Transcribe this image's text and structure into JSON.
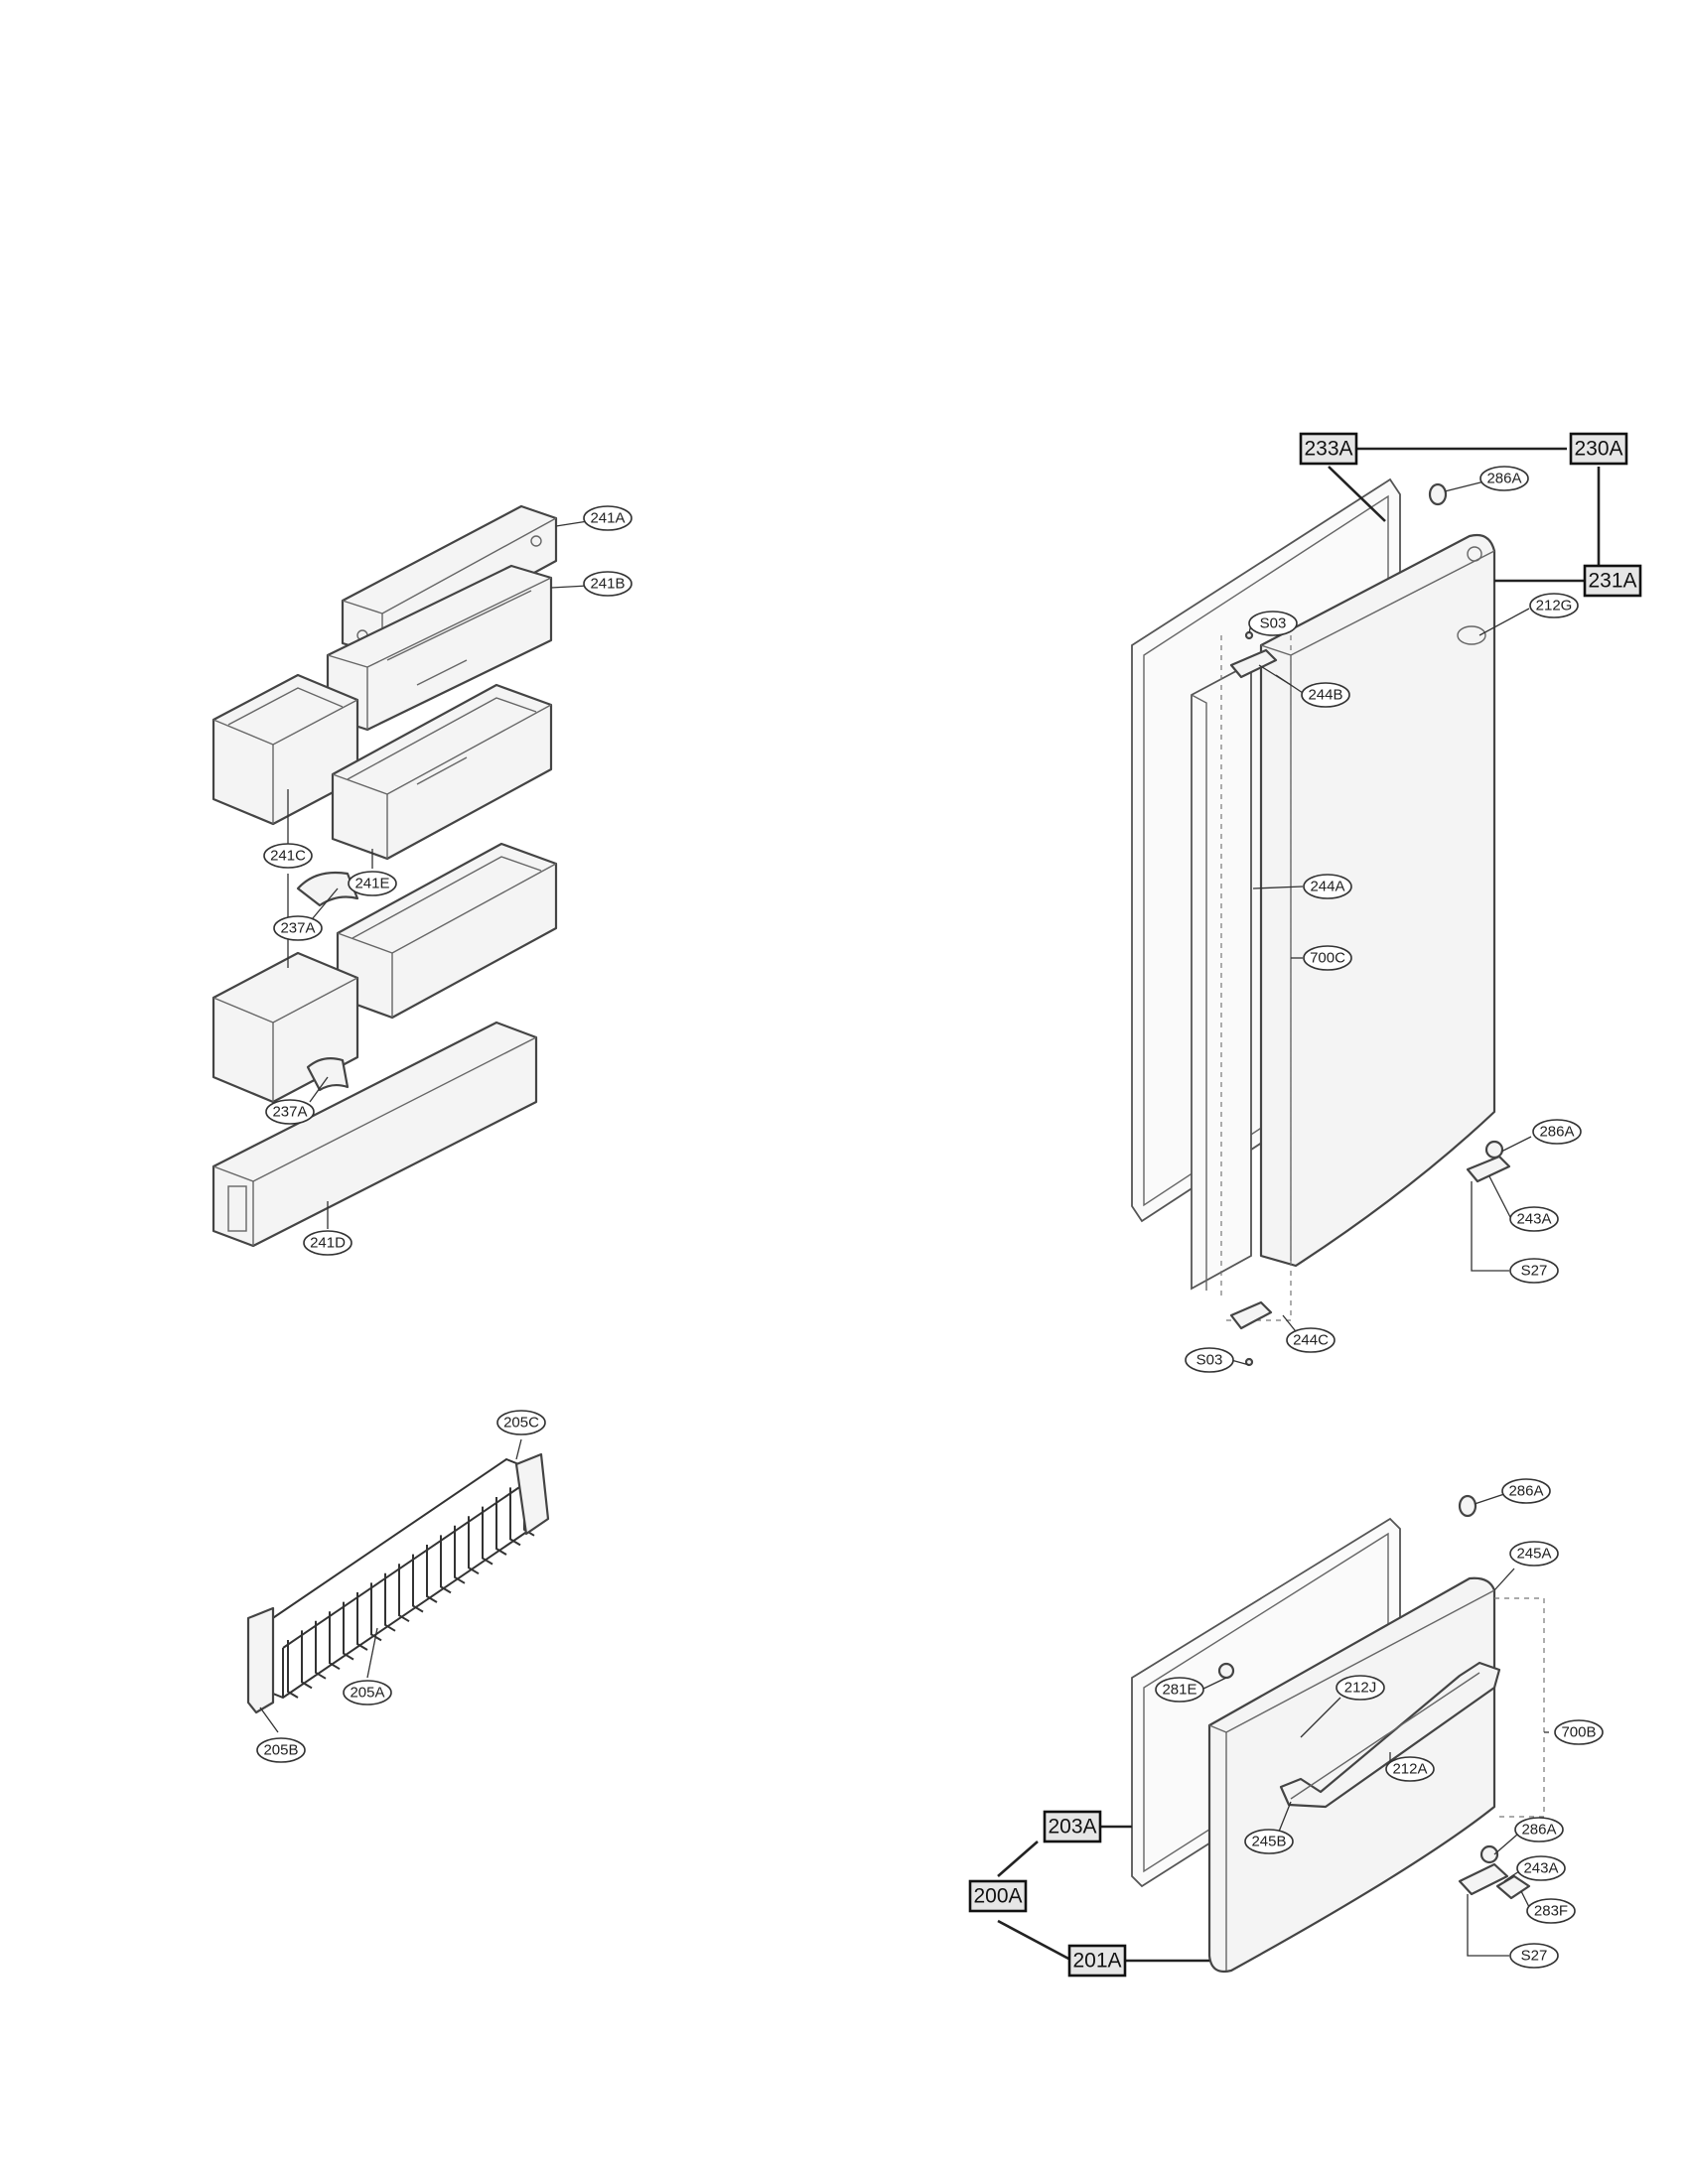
{
  "parts_left": [
    {
      "id": "241A",
      "label": "241A"
    },
    {
      "id": "241B",
      "label": "241B"
    },
    {
      "id": "241C",
      "label": "241C"
    },
    {
      "id": "241E",
      "label": "241E"
    },
    {
      "id": "237A_upper",
      "label": "237A"
    },
    {
      "id": "237A_lower",
      "label": "237A"
    },
    {
      "id": "241D",
      "label": "241D"
    }
  ],
  "parts_basket": [
    {
      "id": "205C",
      "label": "205C"
    },
    {
      "id": "205A",
      "label": "205A"
    },
    {
      "id": "205B",
      "label": "205B"
    }
  ],
  "parts_upper_door": [
    {
      "id": "286A_top",
      "label": "286A"
    },
    {
      "id": "212G",
      "label": "212G"
    },
    {
      "id": "S03_top",
      "label": "S03"
    },
    {
      "id": "244B",
      "label": "244B"
    },
    {
      "id": "244A",
      "label": "244A"
    },
    {
      "id": "700C",
      "label": "700C"
    },
    {
      "id": "286A_mid",
      "label": "286A"
    },
    {
      "id": "243A_mid",
      "label": "243A"
    },
    {
      "id": "S27_mid",
      "label": "S27"
    },
    {
      "id": "244C",
      "label": "244C"
    },
    {
      "id": "S03_bottom",
      "label": "S03"
    }
  ],
  "assemblies_upper": [
    {
      "id": "233A",
      "label": "233A"
    },
    {
      "id": "230A",
      "label": "230A"
    },
    {
      "id": "231A",
      "label": "231A"
    }
  ],
  "parts_lower_door": [
    {
      "id": "286A_low_top",
      "label": "286A"
    },
    {
      "id": "245A",
      "label": "245A"
    },
    {
      "id": "281E",
      "label": "281E"
    },
    {
      "id": "212J",
      "label": "212J"
    },
    {
      "id": "700B",
      "label": "700B"
    },
    {
      "id": "212A",
      "label": "212A"
    },
    {
      "id": "245B",
      "label": "245B"
    },
    {
      "id": "286A_low",
      "label": "286A"
    },
    {
      "id": "243A_low",
      "label": "243A"
    },
    {
      "id": "283F",
      "label": "283F"
    },
    {
      "id": "S27_low",
      "label": "S27"
    }
  ],
  "assemblies_lower": [
    {
      "id": "203A",
      "label": "203A"
    },
    {
      "id": "200A",
      "label": "200A"
    },
    {
      "id": "201A",
      "label": "201A"
    }
  ]
}
